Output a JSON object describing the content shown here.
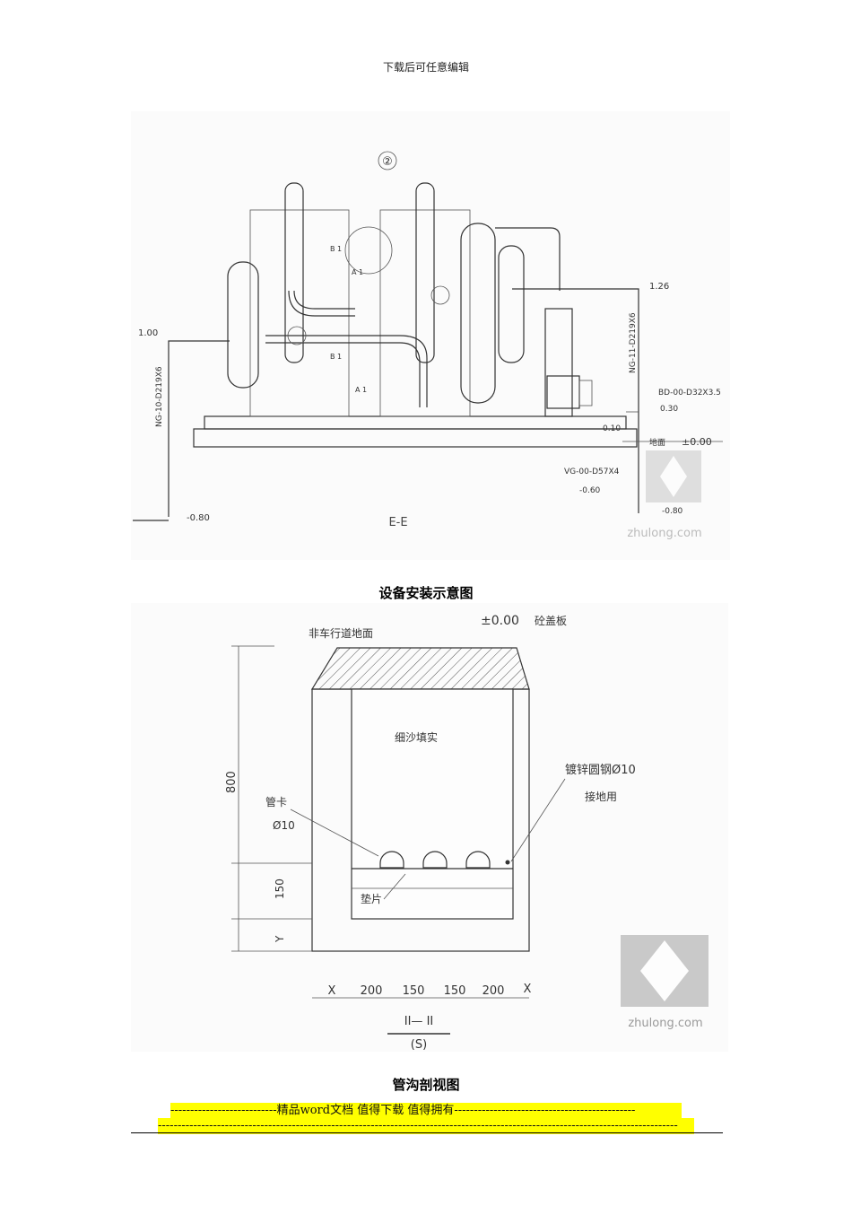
{
  "header": {
    "note": "下载后可任意编辑"
  },
  "figure1": {
    "caption": "设备安装示意图",
    "section_number": "②",
    "section_label": "E-E",
    "watermark": "zhulong.com",
    "labels": {
      "level_left_top": "1.00",
      "level_left_bottom": "-0.80",
      "pipe_left": "NG-10-D219X6",
      "level_right_top": "1.26",
      "pipe_right": "NG-11-D219X6",
      "pipe_bd": "BD-00-D32X3.5",
      "level_030": "0.30",
      "level_010": "0.10",
      "ground": "地面",
      "level_000": "±0.00",
      "pipe_vg": "VG-00-D57X4",
      "level_060": "-0.60",
      "level_080r": "-0.80",
      "mark_b1": "B 1",
      "mark_a1": "A 1",
      "mark_b1b": "B 1",
      "mark_a1b": "A 1"
    }
  },
  "figure2": {
    "caption": "管沟剖视图",
    "watermark": "zhulong.com",
    "labels": {
      "road": "非车行道地面",
      "level": "±0.00",
      "slab": "砼盖板",
      "fill": "细沙填实",
      "steel": "镀锌圆钢Ø10",
      "grounding": "接地用",
      "clamp": "管卡",
      "clamp_d": "Ø10",
      "pad": "垫片",
      "dim_800": "800",
      "dim_150": "150",
      "dim_y": "Y",
      "dim_x1": "X",
      "dim_200a": "200",
      "dim_150a": "150",
      "dim_150b": "150",
      "dim_200b": "200",
      "dim_x2": "X",
      "section": "II— II",
      "scale_mark": "(S)"
    }
  },
  "footer": {
    "banner_line1": "---------------------------精品word文档 值得下载 值得拥有----------------------------------------------",
    "banner_line2": "------------------------------------------------------------------------------------------------------------------------------------"
  }
}
